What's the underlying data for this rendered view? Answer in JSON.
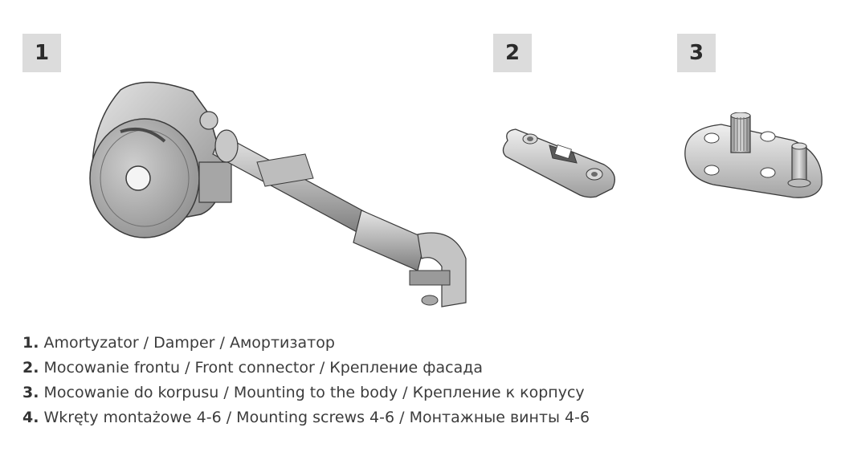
{
  "badges": [
    "1",
    "2",
    "3"
  ],
  "legend": [
    {
      "num": "1.",
      "text": "Amortyzator / Damper / Амортизатор"
    },
    {
      "num": "2.",
      "text": "Mocowanie frontu / Front connector / Крепление фасада"
    },
    {
      "num": "3.",
      "text": "Mocowanie do korpusu / Mounting to the body / Крепление к корпусу"
    },
    {
      "num": "4.",
      "text": "Wkręty montażowe 4-6 / Mounting screws 4-6 / Монтажные винты 4-6"
    }
  ],
  "colors": {
    "badge_bg": "#dcdcdc",
    "part_fill": "#b8b8b8",
    "part_shade": "#8a8a8a",
    "outline": "#3a3a3a"
  }
}
